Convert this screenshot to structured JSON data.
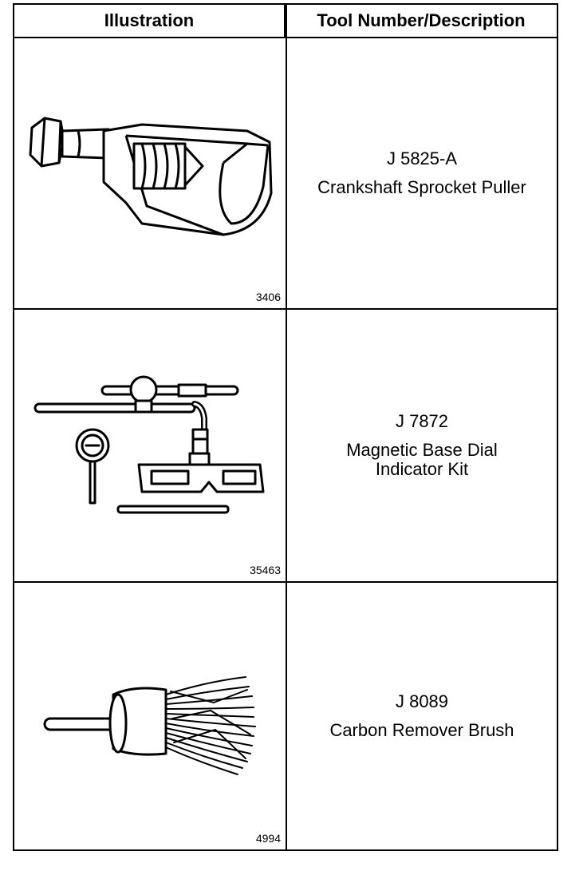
{
  "header": {
    "illustration": "Illustration",
    "tool_number_description": "Tool Number/Description"
  },
  "tools": [
    {
      "figure_number": "3406",
      "tool_number": "J 5825-A",
      "description": "Crankshaft Sprocket Puller",
      "icon": "crankshaft-sprocket-puller"
    },
    {
      "figure_number": "35463",
      "tool_number": "J 7872",
      "description": "Magnetic Base Dial\nIndicator Kit",
      "icon": "magnetic-base-dial-indicator-kit"
    },
    {
      "figure_number": "4994",
      "tool_number": "J 8089",
      "description": "Carbon Remover Brush",
      "icon": "carbon-remover-brush"
    }
  ]
}
